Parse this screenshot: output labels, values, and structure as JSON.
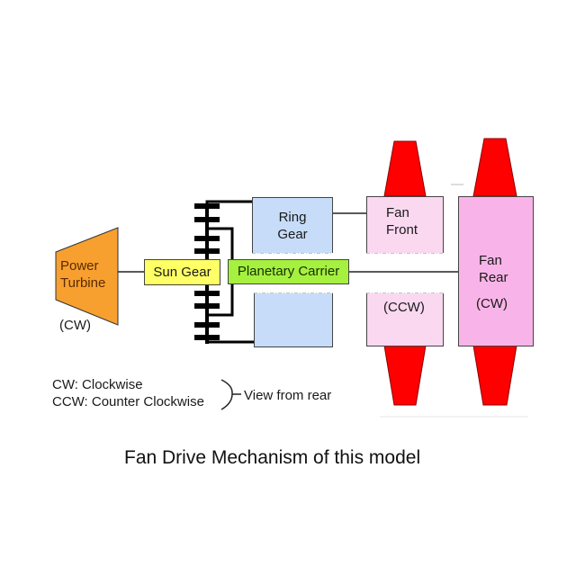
{
  "title": "Fan Drive Mechanism of this model",
  "components": {
    "power_turbine": {
      "label_line1": "Power",
      "label_line2": "Turbine",
      "rotation": "(CW)",
      "color": "#f7a030"
    },
    "sun_gear": {
      "label": "Sun Gear",
      "color": "#ffff66"
    },
    "planetary_carrier": {
      "label": "Planetary Carrier",
      "color": "#a6f040"
    },
    "ring_gear": {
      "label_line1": "Ring",
      "label_line2": "Gear",
      "color": "#c6dcf8"
    },
    "fan_front": {
      "label_line1": "Fan",
      "label_line2": "Front",
      "rotation": "(CCW)",
      "color": "#fad8f0"
    },
    "fan_rear": {
      "label_line1": "Fan",
      "label_line2": "Rear",
      "rotation": "(CW)",
      "color": "#f8b4e8"
    },
    "fan_blade_color": "#ff0000"
  },
  "legend": {
    "line1": "CW: Clockwise",
    "line2": "CCW: Counter Clockwise",
    "note": "View from rear"
  }
}
